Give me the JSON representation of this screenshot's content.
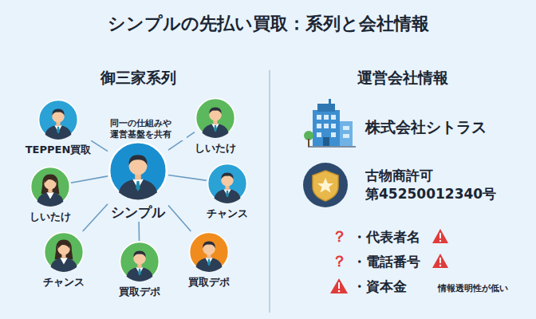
{
  "diagram": {
    "title": "シンプルの先払い買取：系列と会社情報",
    "nodes": [
      {
        "text": [
          "TEPPEN買取"
        ]
      },
      {
        "text": [
          "しいたけ"
        ]
      },
      {
        "text": [
          "しいたけ"
        ]
      },
      {
        "text": [
          "シンプル"
        ]
      },
      {
        "text": [
          "チャンス"
        ]
      },
      {
        "text": [
          "チャンス"
        ]
      },
      {
        "text": [
          "買取デポ"
        ]
      },
      {
        "text": [
          "買取デポ"
        ]
      }
    ],
    "edges": [
      {
        "from": 3,
        "to": 0,
        "arrow": "none"
      },
      {
        "from": 3,
        "to": 1,
        "arrow": "none"
      },
      {
        "from": 3,
        "to": 2,
        "arrow": "none"
      },
      {
        "from": 3,
        "to": 4,
        "arrow": "none"
      },
      {
        "from": 3,
        "to": 5,
        "arrow": "none"
      },
      {
        "from": 3,
        "to": 6,
        "arrow": "none"
      },
      {
        "from": 3,
        "to": 7,
        "arrow": "none"
      }
    ],
    "labels": [
      "御三家系列",
      "運営会社情報",
      "同一の仕組みや 運営基盤を共有",
      "株式会社シトラス",
      "古物商許可 第45250012340号",
      "？",
      "・代表者名",
      "？",
      "・電話番号",
      "・資本金",
      "情報透明性が低い"
    ]
  }
}
